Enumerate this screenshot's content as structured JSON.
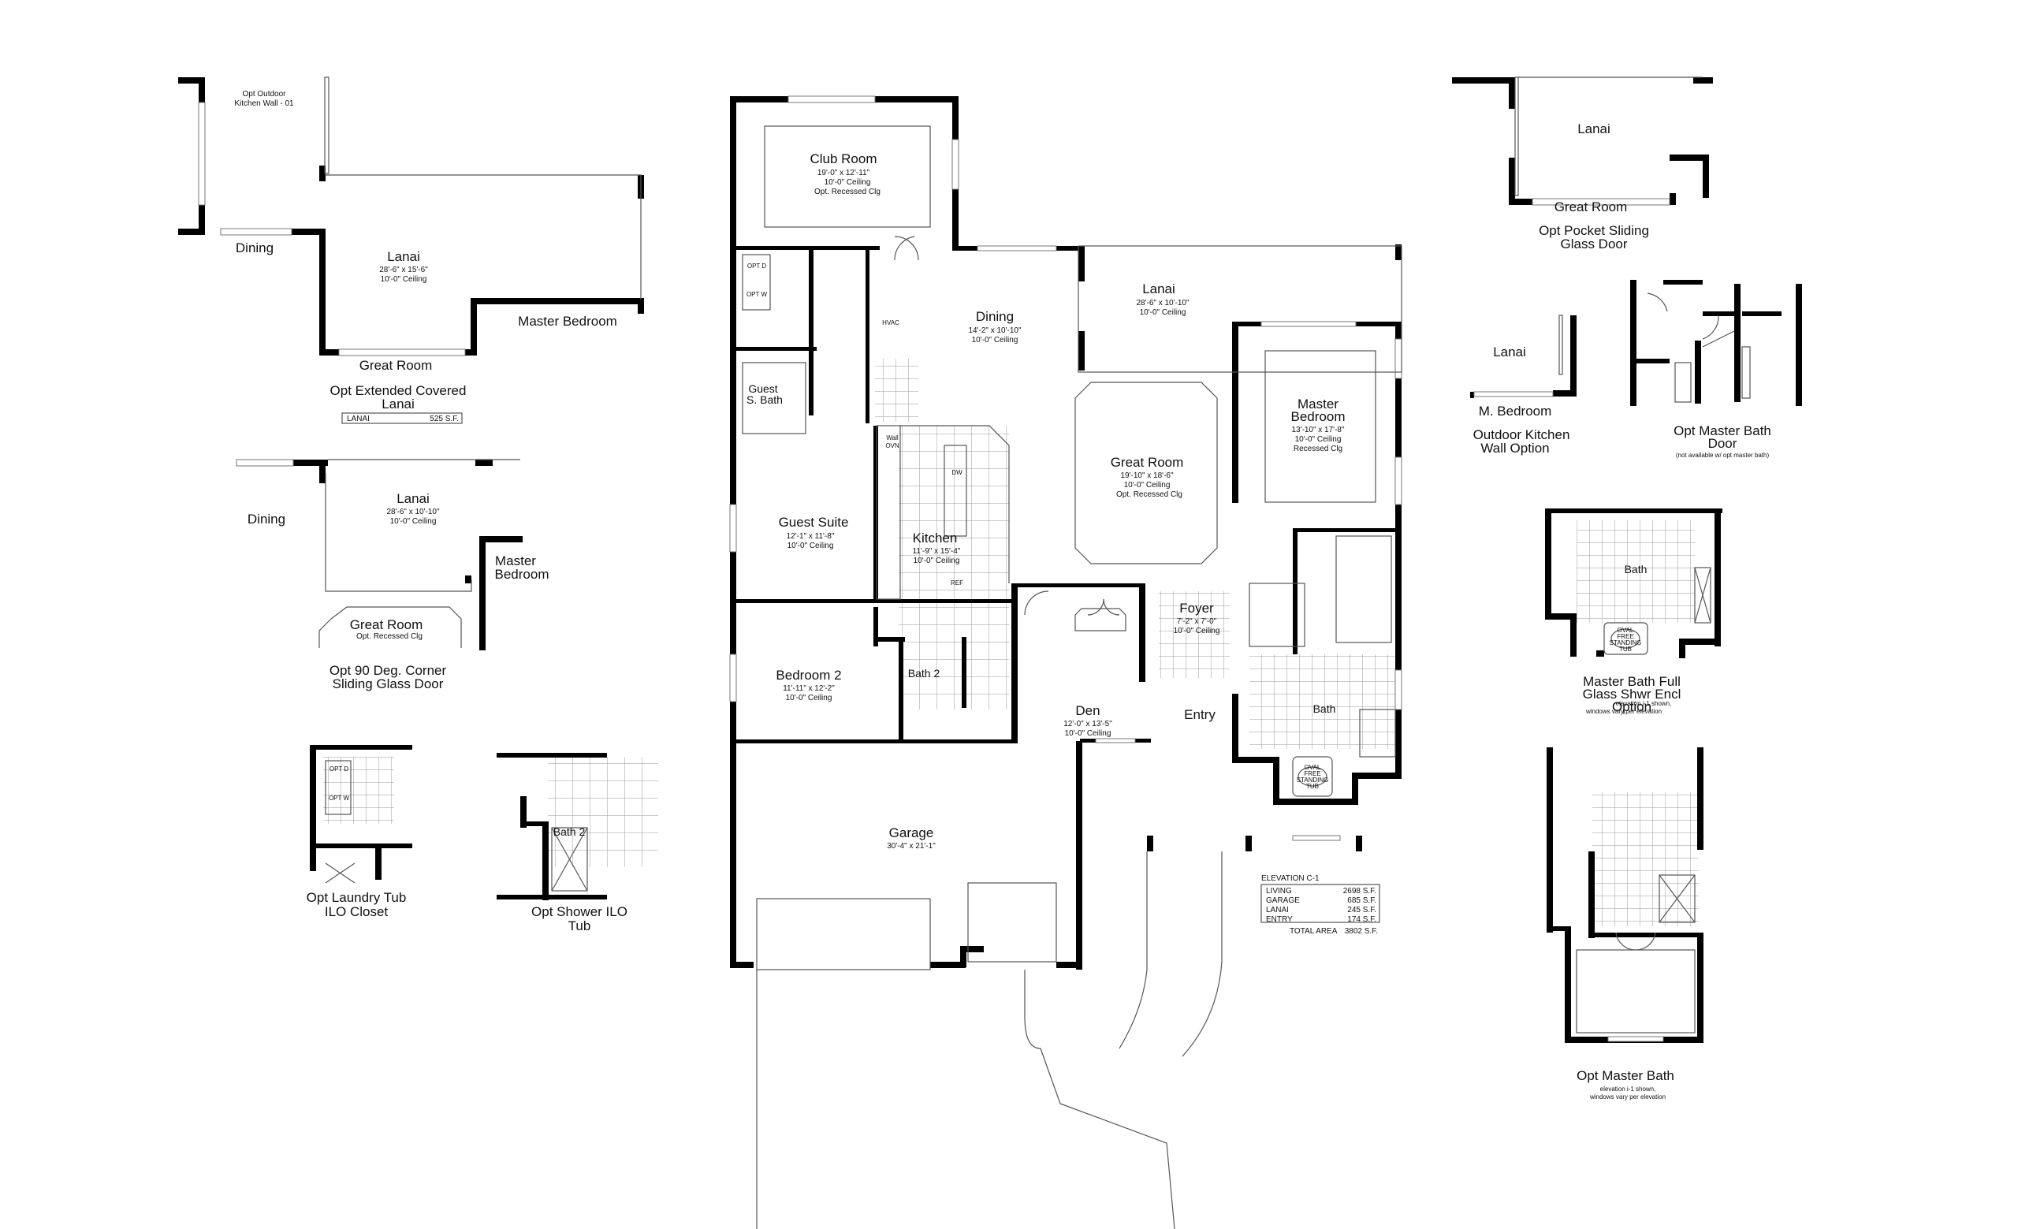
{
  "plan": {
    "club_room": {
      "name": "Club Room",
      "dims": "19'-0\" x 12'-11\"",
      "ceil": "10'-0\" Ceiling",
      "opt": "Opt. Recessed Clg"
    },
    "dining": {
      "name": "Dining",
      "dims": "14'-2\" x 10'-10\"",
      "ceil": "10'-0\" Ceiling"
    },
    "lanai": {
      "name": "Lanai",
      "dims": "28'-6\" x 10'-10\"",
      "ceil": "10'-0\" Ceiling"
    },
    "great_room": {
      "name": "Great Room",
      "dims": "19'-10\" x 18'-6\"",
      "ceil": "10'-0\" Ceiling",
      "opt": "Opt. Recessed Clg"
    },
    "master_bedroom": {
      "name1": "Master",
      "name2": "Bedroom",
      "dims": "13'-10\" x 17'-8\"",
      "ceil": "10'-0\" Ceiling",
      "opt": "Recessed Clg"
    },
    "kitchen": {
      "name": "Kitchen",
      "dims": "11'-9\" x 15'-4\"",
      "ceil": "10'-0\" Ceiling"
    },
    "guest_suite": {
      "name": "Guest Suite",
      "dims": "12'-1\" x 11'-8\"",
      "ceil": "10'-0\" Ceiling"
    },
    "guest_bath": {
      "name1": "Guest",
      "name2": "S. Bath"
    },
    "bedroom2": {
      "name": "Bedroom 2",
      "dims": "11'-11\" x 12'-2\"",
      "ceil": "10'-0\" Ceiling"
    },
    "bath2": {
      "name": "Bath 2"
    },
    "den": {
      "name": "Den",
      "dims": "12'-0\" x 13'-5\"",
      "ceil": "10'-0\" Ceiling"
    },
    "foyer": {
      "name": "Foyer",
      "dims": "7'-2\" x 7'-0\"",
      "ceil": "10'-0\" Ceiling"
    },
    "entry": {
      "name": "Entry"
    },
    "bath": {
      "name": "Bath"
    },
    "garage": {
      "name": "Garage",
      "dims": "30'-4\" x 21'-1\""
    },
    "fixtures": {
      "hvac": "HVAC",
      "wall_oven_1": "Wall",
      "wall_oven_2": "OVN",
      "dw": "DW",
      "ref": "REF",
      "opt_d": "OPT D",
      "opt_w": "OPT W",
      "tub_1": "OVAL",
      "tub_2": "FREE",
      "tub_3": "STANDING",
      "tub_4": "TUB"
    }
  },
  "area_table": {
    "title": "ELEVATION C-1",
    "rows": [
      {
        "label": "LIVING",
        "value": "2698 S.F."
      },
      {
        "label": "GARAGE",
        "value": "685 S.F."
      },
      {
        "label": "LANAI",
        "value": "245 S.F."
      },
      {
        "label": "ENTRY",
        "value": "174 S.F."
      }
    ],
    "total_label": "TOTAL AREA",
    "total_value": "3802 S.F."
  },
  "options": {
    "outdoor_kitchen_wall": {
      "kitchen_line1": "Opt Outdoor",
      "kitchen_line2": "Kitchen Wall - 01",
      "dining": "Dining",
      "lanai": "Lanai",
      "lanai_dims": "28'-6\" x 15'-6\"",
      "lanai_ceil": "10'-0\" Ceiling",
      "master_bedroom": "Master Bedroom",
      "great_room": "Great Room",
      "caption1": "Opt Extended Covered",
      "caption2": "Lanai",
      "table_label": "LANAI",
      "table_value": "525 S.F."
    },
    "corner_door": {
      "dining": "Dining",
      "lanai": "Lanai",
      "lanai_dims": "28'-6\" x 10'-10\"",
      "lanai_ceil": "10'-0\" Ceiling",
      "master1": "Master",
      "master2": "Bedroom",
      "great_room": "Great Room",
      "great_room_opt": "Opt. Recessed Clg",
      "caption1": "Opt 90 Deg. Corner",
      "caption2": "Sliding Glass Door"
    },
    "laundry_tub": {
      "caption1": "Opt Laundry Tub",
      "caption2": "ILO Closet",
      "opt_d": "OPT D",
      "opt_w": "OPT W"
    },
    "shower": {
      "room": "Bath 2",
      "caption1": "Opt Shower ILO",
      "caption2": "Tub"
    },
    "pocket_door": {
      "lanai": "Lanai",
      "great_room": "Great Room",
      "caption1": "Opt Pocket Sliding",
      "caption2": "Glass Door"
    },
    "outdoor_kitchen_option": {
      "lanai": "Lanai",
      "m_bedroom": "M. Bedroom",
      "caption1": "Outdoor Kitchen",
      "caption2": "Wall Option"
    },
    "master_bath_door": {
      "caption1": "Opt Master Bath",
      "caption2": "Door",
      "note": "(not available w/ opt master bath)"
    },
    "glass_shower": {
      "room": "Bath",
      "caption1": "Master Bath Full",
      "caption2": "Glass Shwr Encl",
      "caption3": "Option",
      "note1": "elevation i-1 shown,",
      "note2": "windows vary per elevation",
      "tub_1": "OVAL",
      "tub_2": "FREE",
      "tub_3": "STANDING",
      "tub_4": "TUB"
    },
    "master_bath": {
      "caption": "Opt Master Bath",
      "note1": "elevation i-1 shown,",
      "note2": "windows vary per elevation"
    }
  }
}
